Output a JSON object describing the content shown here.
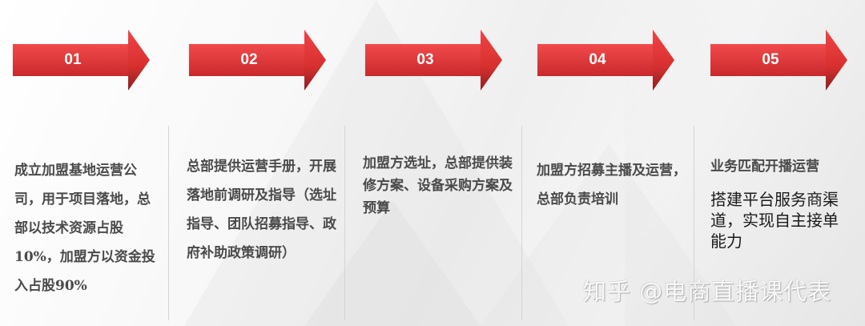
{
  "colors": {
    "arrow_top": "#ee4345",
    "arrow_bottom": "#c42a2d",
    "arrow_head_dark": "#8e1d20",
    "text_gray": "#4a4a4a",
    "text_dark": "#1a1a1a",
    "divider": "#d4d4d4"
  },
  "steps": [
    {
      "number": "01",
      "text": "成立加盟基地运营公司，用于项目落地，总部以技术资源占股10%，加盟方以资金投入占股90%"
    },
    {
      "number": "02",
      "text": "总部提供运营手册，开展落地前调研及指导（选址指导、团队招募指导、政府补助政策调研）"
    },
    {
      "number": "03",
      "text": "加盟方选址，总部提供装修方案、设备采购方案及预算"
    },
    {
      "number": "04",
      "text": "加盟方招募主播及运营，总部负责培训"
    },
    {
      "number": "05",
      "title": "业务匹配开播运营",
      "text": "搭建平台服务商渠道，实现自主接单能力"
    }
  ],
  "watermark": "知乎 @电商直播课代表"
}
